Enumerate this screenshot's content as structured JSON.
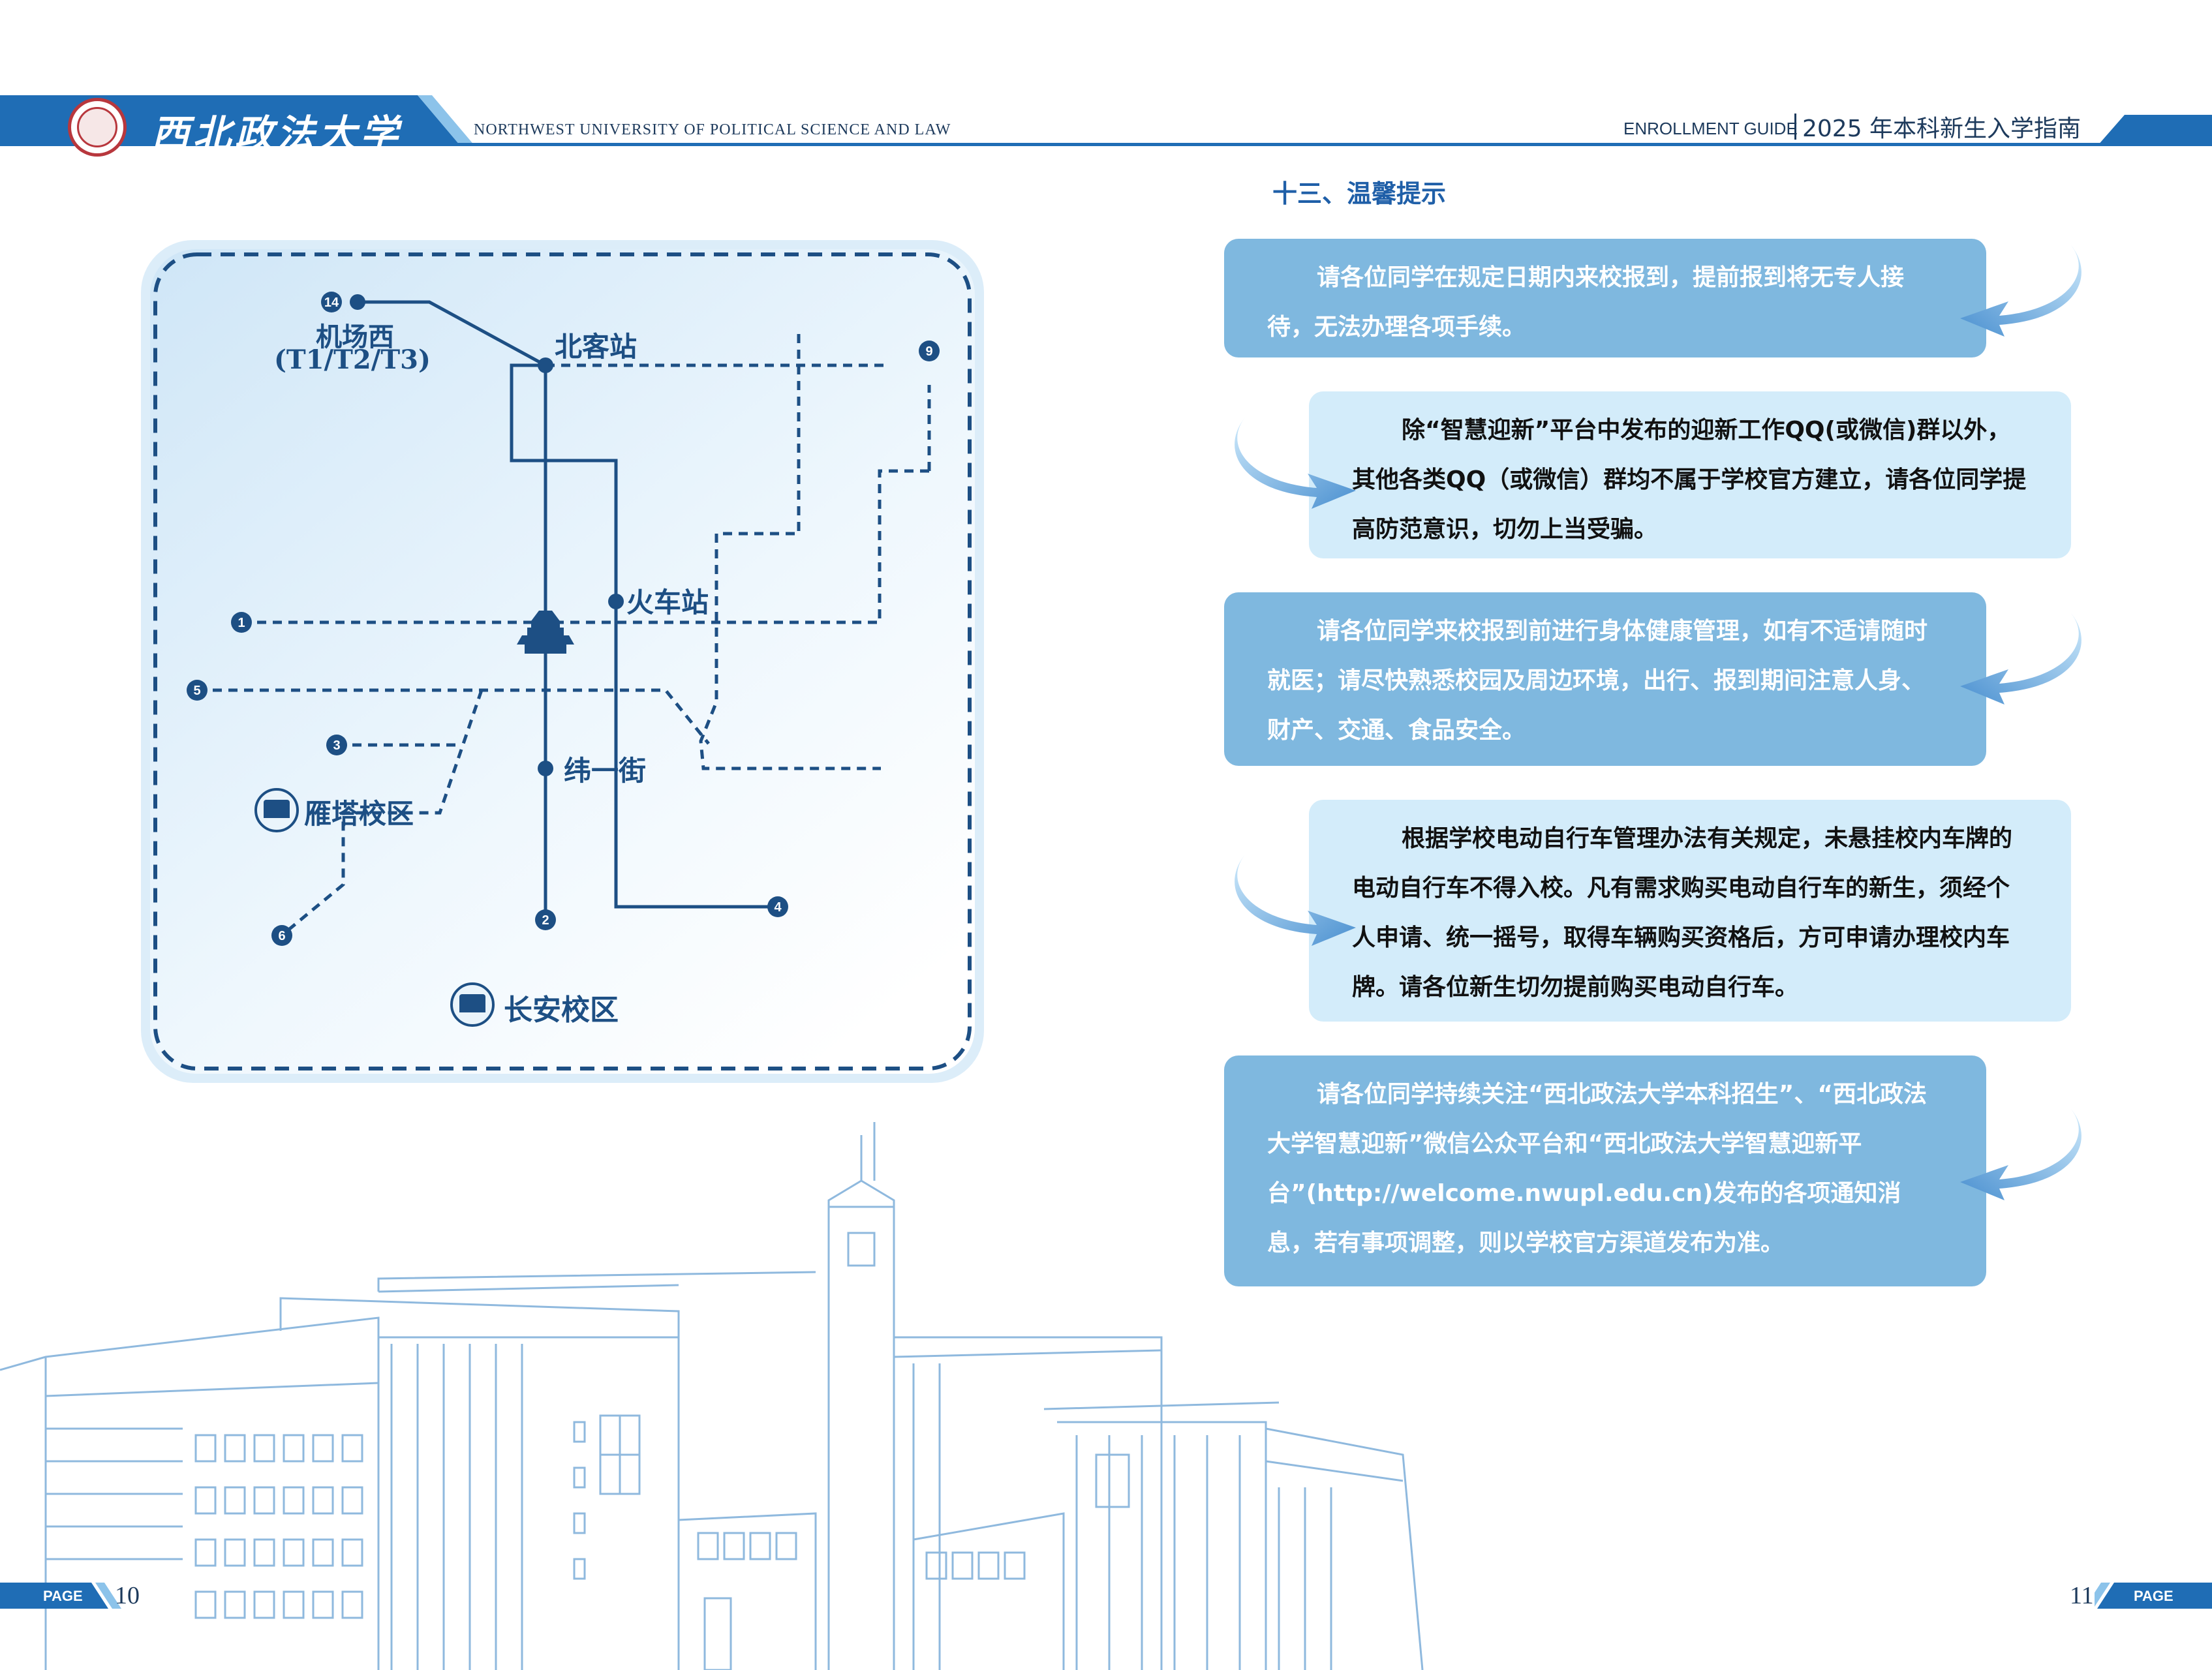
{
  "header": {
    "university_cn": "西北政法大学",
    "university_en": "NORTHWEST UNIVERSITY OF POLITICAL SCIENCE AND LAW",
    "guide_en": "ENROLLMENT GUIDE",
    "guide_cn": "2025 年本科新生入学指南"
  },
  "map": {
    "stations": {
      "north": "北客站",
      "airport": "机场西",
      "airport_terminals": "(T1/T2/T3)",
      "railway": "火车站",
      "weiyi": "纬一街"
    },
    "campuses": {
      "yanta": "雁塔校区",
      "changan": "长安校区"
    },
    "line_numbers": [
      "14",
      "9",
      "1",
      "5",
      "3",
      "6",
      "2",
      "4"
    ]
  },
  "tips": {
    "title": "十三、温馨提示",
    "items": [
      "请各位同学在规定日期内来校报到，提前报到将无专人接待，无法办理各项手续。",
      "除“智慧迎新”平台中发布的迎新工作QQ(或微信)群以外，其他各类QQ（或微信）群均不属于学校官方建立，请各位同学提高防范意识，切勿上当受骗。",
      "请各位同学来校报到前进行身体健康管理，如有不适请随时就医；请尽快熟悉校园及周边环境，出行、报到期间注意人身、财产、交通、食品安全。",
      "根据学校电动自行车管理办法有关规定，未悬挂校内车牌的电动自行车不得入校。凡有需求购买电动自行车的新生，须经个人申请、统一摇号，取得车辆购买资格后，方可申请办理校内车牌。请各位新生切勿提前购买电动自行车。",
      "请各位同学持续关注“西北政法大学本科招生”、“西北政法大学智慧迎新”微信公众平台和“西北政法大学智慧迎新平台”(http://welcome.nwupl.edu.cn)发布的各项通知消息，若有事项调整，则以学校官方渠道发布为准。"
    ]
  },
  "footer": {
    "page_label": "PAGE",
    "left_page": "10",
    "right_page": "11"
  },
  "colors": {
    "brand_blue": "#1f6db5",
    "tip_dark": "#7fb8df",
    "tip_light": "#d3ecfa",
    "map_line": "#1d4f84"
  }
}
